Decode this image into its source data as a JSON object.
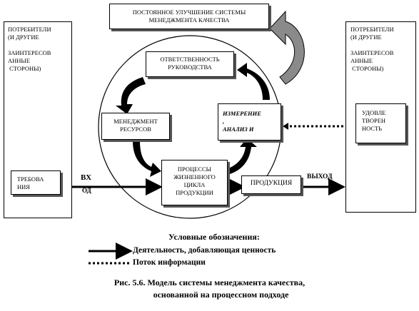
{
  "top_box": {
    "line1": "ПОСТОЯННОЕ УЛУЧШЕНИЕ СИСТЕМЫ",
    "line2": "МЕНЕДЖМЕНТА КАЧЕСТВА"
  },
  "left_panel": {
    "text": "ПОТРЕБИТЕЛИ\n(И ДРУГИЕ\n\nЗАИНТЕРЕСОВ\nАННЫЕ\n СТОРОНЫ)"
  },
  "right_panel": {
    "text": "ПОТРЕБИТЕЛИ\n(И ДРУГИЕ\n\nЗАИНТЕРЕСОВ\nАННЫЕ\n СТОРОНЫ)"
  },
  "requirements": {
    "text": "ТРЕБОВА\nНИЯ"
  },
  "satisfaction": {
    "text": "УДОВЛЕ\nТВОРЕН\nНОСТЬ"
  },
  "responsibility": {
    "text": "ОТВЕТСТВЕННОСТЬ\nРУКОВОДСТВА"
  },
  "resources": {
    "text": "МЕНЕДЖМЕНТ\nРЕСУРСОВ"
  },
  "measurement": {
    "text": "ИЗМЕРЕНИЕ\n,\nАНАЛИЗ И"
  },
  "processes": {
    "text": "ПРОЦЕССЫ\nЖИЗНЕННОГО\nЦИКЛА\nПРОДУКЦИИ"
  },
  "product": {
    "text": "ПРОДУКЦИЯ"
  },
  "labels": {
    "input": "ВХ",
    "input_sub": "ОД",
    "output": "ВЫХОД"
  },
  "legend": {
    "title": "Условные обозначения:",
    "value_added": "Деятельность, добавляющая ценность",
    "info_flow": "Поток информации"
  },
  "caption": {
    "line1": "Рис. 5.6. Модель системы менеджмента качества,",
    "line2": "основанной на процессном подходе"
  }
}
